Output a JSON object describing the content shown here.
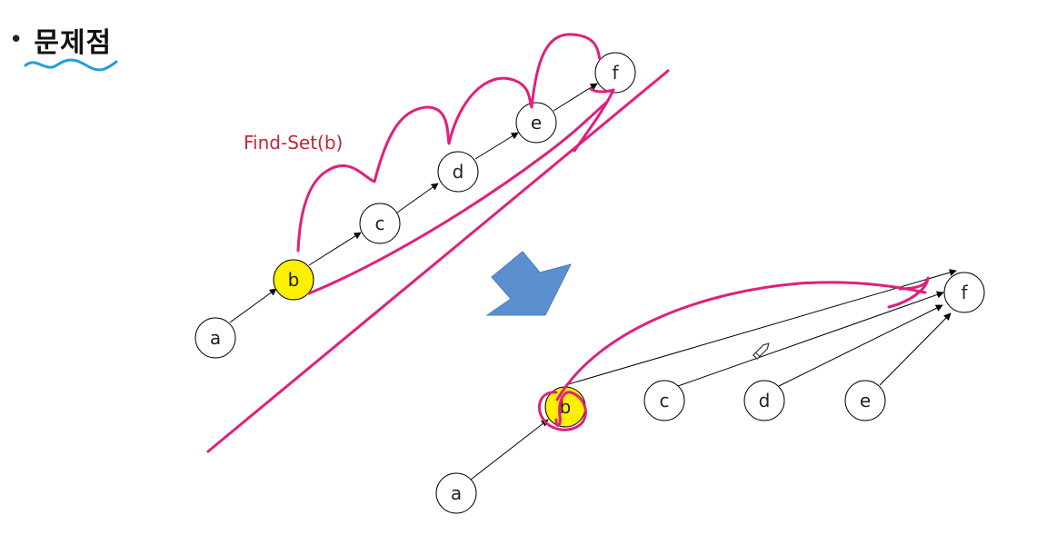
{
  "slide": {
    "bullet": "•",
    "title": "문제점",
    "annotation": "Find-Set(b)",
    "colors": {
      "node_fill": "#ffffff",
      "highlight_fill": "#ffef00",
      "edge": "#000000",
      "ink": "#e0207a",
      "squiggle": "#1f9fd8",
      "arrow_shape": "#5b8fcf",
      "annotation_text": "#c0283a"
    }
  },
  "before_tree": {
    "nodes": [
      "a",
      "b",
      "c",
      "d",
      "e",
      "f"
    ],
    "highlighted": "b",
    "edges": [
      [
        "a",
        "b"
      ],
      [
        "b",
        "c"
      ],
      [
        "c",
        "d"
      ],
      [
        "d",
        "e"
      ],
      [
        "e",
        "f"
      ]
    ]
  },
  "after_tree": {
    "nodes": [
      "a",
      "b",
      "c",
      "d",
      "e",
      "f"
    ],
    "highlighted": "b",
    "edges": [
      [
        "a",
        "b"
      ],
      [
        "b",
        "f"
      ],
      [
        "c",
        "f"
      ],
      [
        "d",
        "f"
      ],
      [
        "e",
        "f"
      ]
    ]
  },
  "icons": [
    "down-right-arrow-icon",
    "cursor-pen-icon"
  ]
}
